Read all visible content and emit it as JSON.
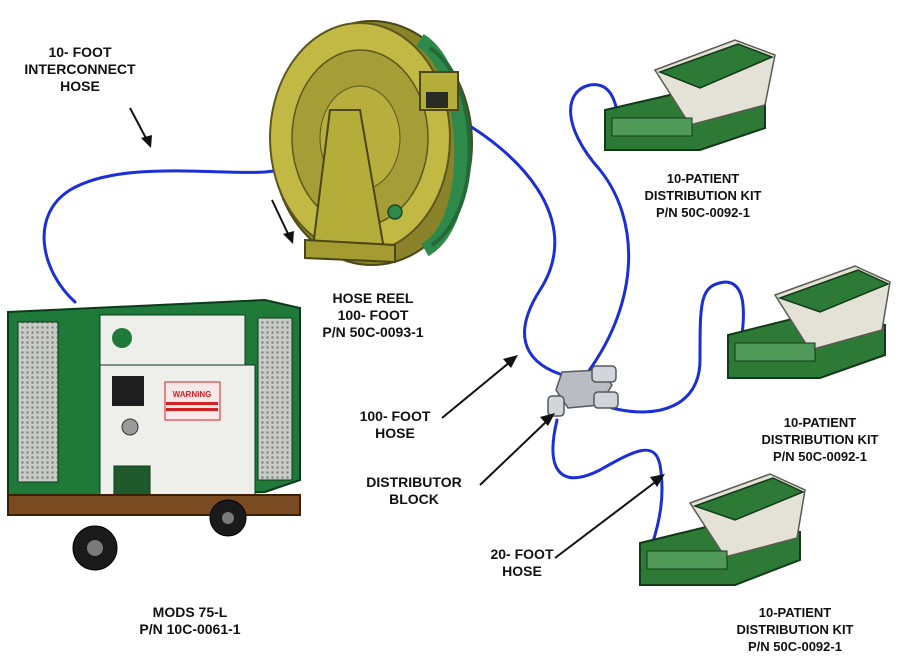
{
  "labels": {
    "interconnect_hose": [
      "10- FOOT",
      "INTERCONNECT",
      "HOSE"
    ],
    "hose_reel": [
      "HOSE REEL",
      "100- FOOT",
      "P/N 50C-0093-1"
    ],
    "hose_100ft": [
      "100- FOOT",
      "HOSE"
    ],
    "distributor_block": [
      "DISTRIBUTOR",
      "BLOCK"
    ],
    "hose_20ft": [
      "20- FOOT",
      "HOSE"
    ],
    "kit_1": [
      "10-PATIENT",
      "DISTRIBUTION KIT",
      "P/N 50C-0092-1"
    ],
    "kit_2": [
      "10-PATIENT",
      "DISTRIBUTION KIT",
      "P/N 50C-0092-1"
    ],
    "kit_3": [
      "10-PATIENT",
      "DISTRIBUTION KIT",
      "P/N 50C-0092-1"
    ],
    "unit": [
      "MODS 75-L",
      "P/N 10C-0061-1"
    ]
  },
  "panel_text": {
    "warning": "WARNING"
  },
  "colors": {
    "hose": "#1a2fd6",
    "unit_frame": "#1f7a3a",
    "unit_panel": "#eeeeea",
    "reel_body": "#b5ad3a",
    "reel_hose": "#2e8a4a",
    "kit_body": "#2c7a36",
    "kit_lid": "#e4e2d6",
    "warning": "#d42020"
  }
}
